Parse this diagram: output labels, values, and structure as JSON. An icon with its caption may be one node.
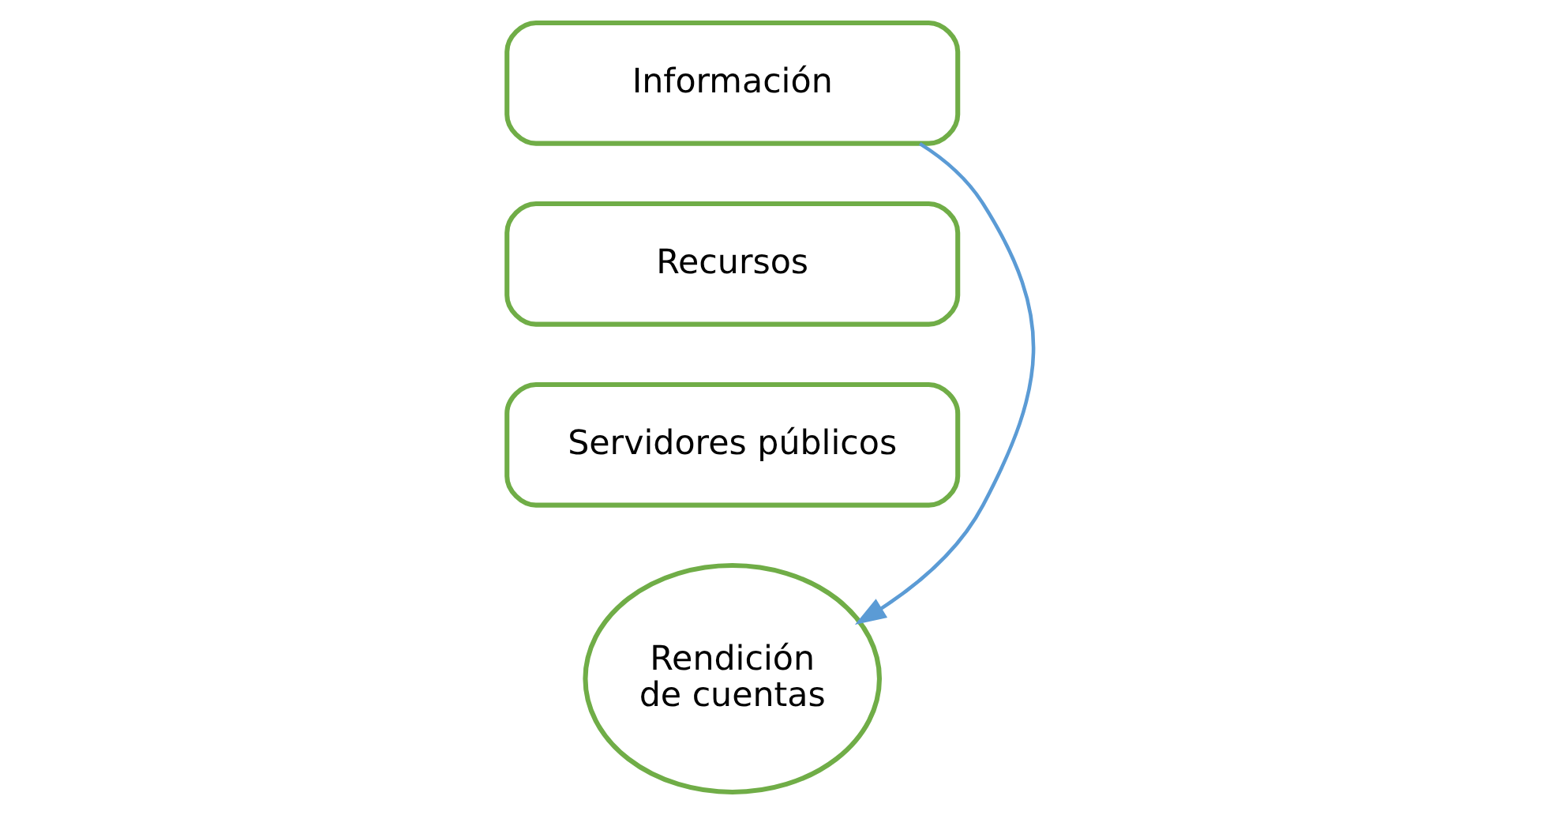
{
  "diagram": {
    "nodes": [
      {
        "text": [
          "Información"
        ]
      },
      {
        "text": [
          "Recursos"
        ]
      },
      {
        "text": [
          "Servidores públicos"
        ]
      },
      {
        "text": [
          "Rendición de cuentas"
        ]
      }
    ],
    "edges": [
      {
        "from": 0,
        "to": 3,
        "arrow": "to"
      }
    ]
  }
}
